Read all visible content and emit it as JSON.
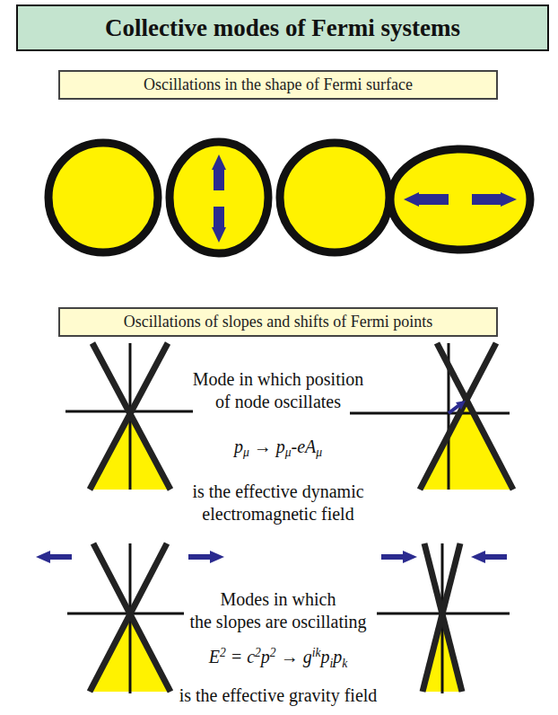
{
  "diagram": {
    "title": "Collective modes of Fermi systems",
    "nodes": [
      {
        "text": [
          "Oscillations in the shape of Fermi surface"
        ]
      },
      {
        "text": [
          "Oscillations of slopes and shifts of Fermi points"
        ]
      }
    ],
    "labels": [
      "Mode in which position of node oscillates",
      "pμ → pμ-eAμ",
      "is the effective dynamic electromagnetic field",
      "Modes in which the slopes are oscillating",
      "E2 = c2p2 → gikpipk",
      "is the effective gravity field"
    ]
  }
}
